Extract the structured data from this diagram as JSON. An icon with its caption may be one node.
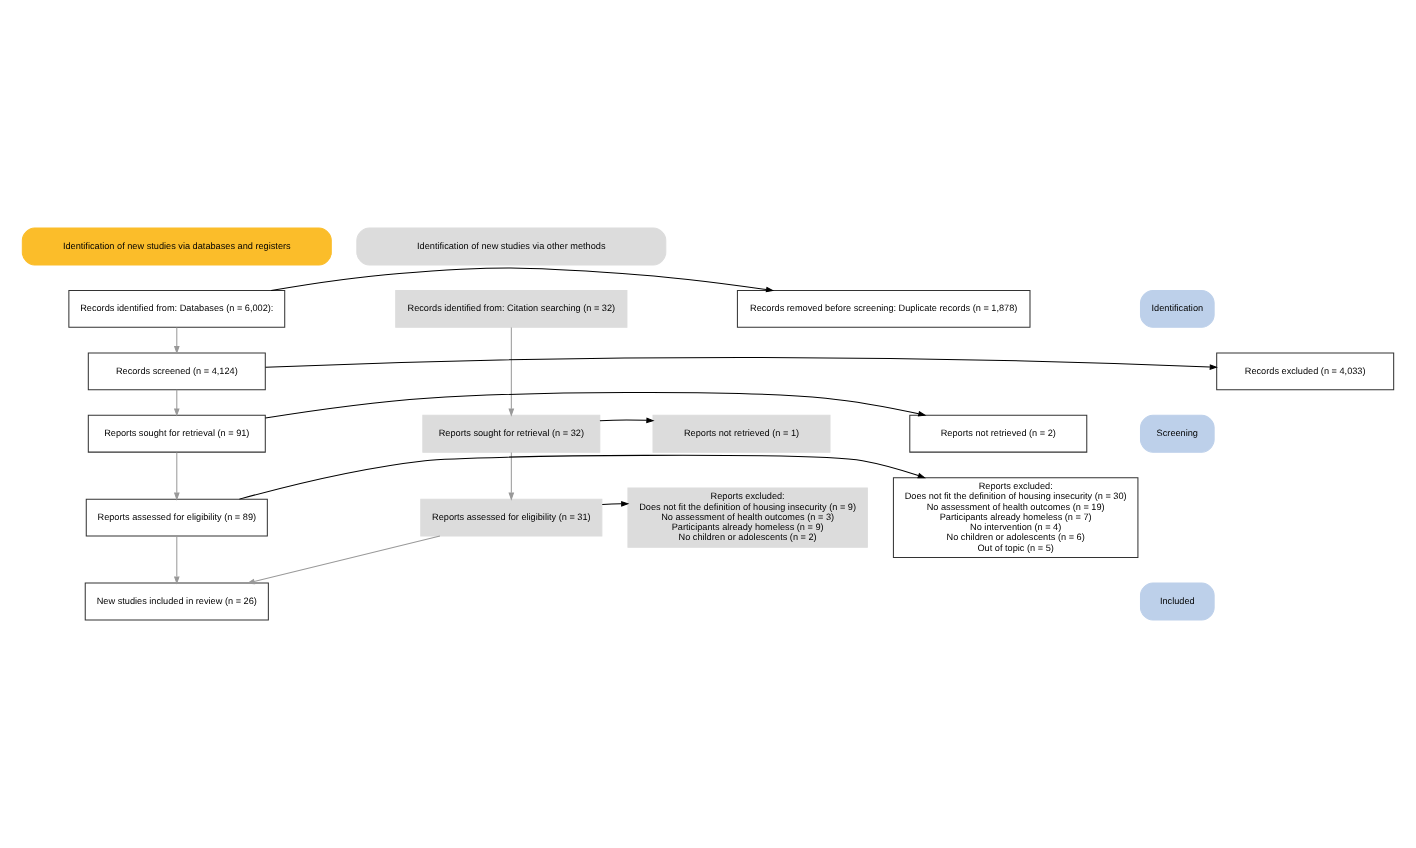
{
  "diagram": {
    "nodes": [
      {
        "text": [
          "Identification of new studies via databases and registers"
        ]
      },
      {
        "text": [
          "Identification of new studies via other methods"
        ]
      },
      {
        "text": [
          "Identification"
        ]
      },
      {
        "text": [
          "Screening"
        ]
      },
      {
        "text": [
          "Included"
        ]
      },
      {
        "text": [
          "Records identified from: Databases (n = 6,002):"
        ]
      },
      {
        "text": [
          "Records removed before screening: Duplicate records (n = 1,878)"
        ]
      },
      {
        "text": [
          "Records identified from: Citation searching (n = 32)"
        ]
      },
      {
        "text": [
          "Records screened (n = 4,124)"
        ]
      },
      {
        "text": [
          "Records excluded (n = 4,033)"
        ]
      },
      {
        "text": [
          "Reports sought for retrieval (n = 91)"
        ]
      },
      {
        "text": [
          "Reports not retrieved (n = 2)"
        ]
      },
      {
        "text": [
          "Reports sought for retrieval (n = 32)"
        ]
      },
      {
        "text": [
          "Reports not retrieved (n = 1)"
        ]
      },
      {
        "text": [
          "Reports assessed for eligibility (n = 89)"
        ]
      },
      {
        "text": [
          "Reports excluded:",
          "Does not fit the definition of housing insecurity (n = 30)",
          "No assessment of health outcomes (n = 19)",
          "Participants already homeless (n = 7)",
          "No intervention (n = 4)",
          "No children or adolescents (n = 6)",
          "Out of topic (n = 5)"
        ]
      },
      {
        "text": [
          "Reports assessed for eligibility (n = 31)"
        ]
      },
      {
        "text": [
          "Reports excluded:",
          "Does not fit the definition of housing insecurity (n = 9)",
          "No assessment of health outcomes (n = 3)",
          "Participants already homeless (n = 9)",
          "No children or adolescents (n = 2)"
        ]
      },
      {
        "text": [
          "New studies included in review (n = 26)"
        ]
      }
    ],
    "edges": [
      {
        "from": 5,
        "to": 6,
        "arrow": "to",
        "color": "#000000"
      },
      {
        "from": 5,
        "to": 8,
        "arrow": "to"
      },
      {
        "from": 8,
        "to": 9,
        "arrow": "to",
        "color": "#000000"
      },
      {
        "from": 8,
        "to": 10,
        "arrow": "to"
      },
      {
        "from": 10,
        "to": 11,
        "arrow": "to",
        "color": "#000000"
      },
      {
        "from": 10,
        "to": 14,
        "arrow": "to"
      },
      {
        "from": 14,
        "to": 15,
        "arrow": "to",
        "color": "#000000"
      },
      {
        "from": 14,
        "to": 18,
        "arrow": "to"
      },
      {
        "from": 7,
        "to": 12,
        "arrow": "to"
      },
      {
        "from": 12,
        "to": 13,
        "arrow": "to",
        "color": "#000000"
      },
      {
        "from": 12,
        "to": 16,
        "arrow": "to"
      },
      {
        "from": 16,
        "to": 17,
        "arrow": "to",
        "color": "#000000"
      },
      {
        "from": 16,
        "to": 18,
        "arrow": "to"
      }
    ]
  }
}
